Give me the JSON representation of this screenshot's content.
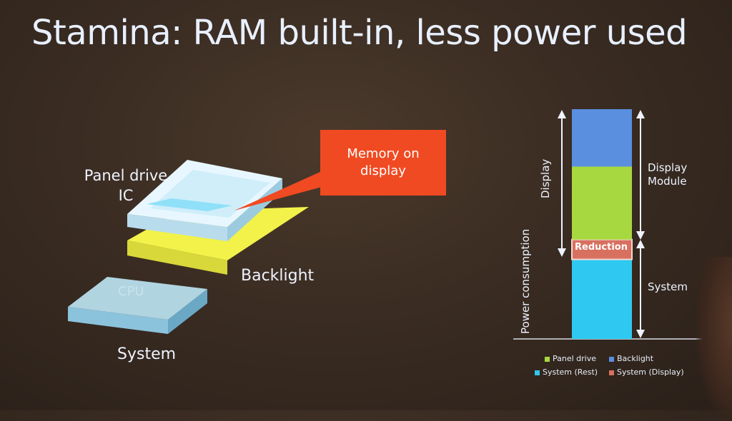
{
  "slide": {
    "title": "Stamina: RAM built-in, less power used"
  },
  "diagram": {
    "panel_label": "Panel drive IC",
    "callout": [
      "Memory on",
      "display"
    ],
    "backlight_label": "Backlight",
    "cpu_label": "CPU",
    "system_label": "System"
  },
  "power_chart": {
    "y_axis_label": "Power consumption",
    "left_bracket_label": "Display",
    "right_top_label": "Display Module",
    "right_bottom_label": "System",
    "reduction_label": "Reduction"
  },
  "chart_data": {
    "type": "bar",
    "categories": [
      ""
    ],
    "series": [
      {
        "name": "System (Rest)",
        "values": [
          36
        ],
        "color": "#2ec8f0"
      },
      {
        "name": "System (Display)",
        "values": [
          9
        ],
        "color": "#d87060"
      },
      {
        "name": "Panel drive",
        "values": [
          33
        ],
        "color": "#a8d840"
      },
      {
        "name": "Backlight",
        "values": [
          26
        ],
        "color": "#5a8fe0"
      }
    ],
    "stacked": true,
    "legend": [
      {
        "label": "Panel drive",
        "color": "#a8d840"
      },
      {
        "label": "Backlight",
        "color": "#5a8fe0"
      },
      {
        "label": "System (Rest)",
        "color": "#2ec8f0"
      },
      {
        "label": "System (Display)",
        "color": "#d87060"
      }
    ],
    "ylabel": "Power consumption",
    "legend_position": "bottom"
  }
}
